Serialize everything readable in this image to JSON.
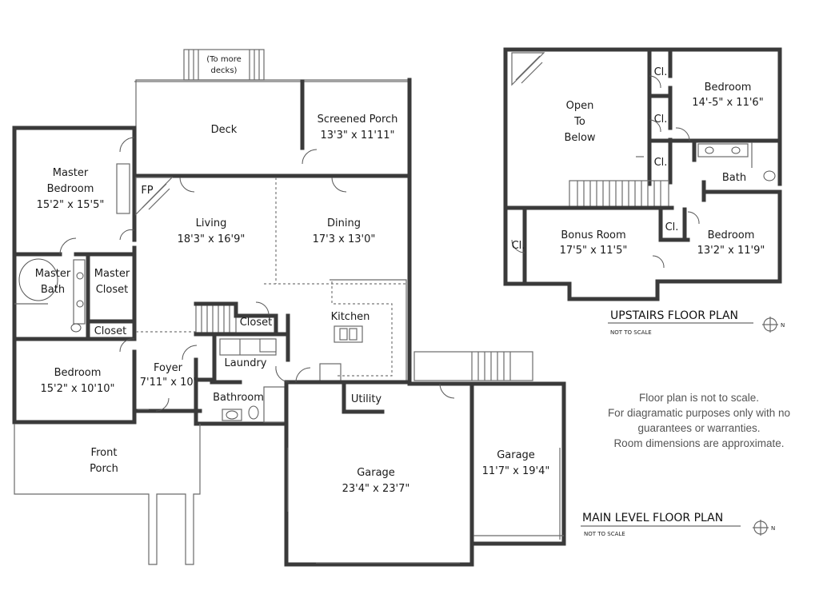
{
  "main_level": {
    "title": "MAIN LEVEL FLOOR PLAN",
    "scale_note": "NOT TO SCALE",
    "rooms": {
      "more_decks": [
        "(To more",
        "decks)"
      ],
      "deck": "Deck",
      "screened_porch": [
        "Screened Porch",
        "13'3\" x 11'11\""
      ],
      "master_bedroom": [
        "Master",
        "Bedroom",
        "15'2\" x 15'5\""
      ],
      "fp": "FP",
      "living": [
        "Living",
        "18'3\" x 16'9\""
      ],
      "dining": [
        "Dining",
        "17'3 x 13'0\""
      ],
      "master_bath": [
        "Master",
        "Bath"
      ],
      "master_closet": [
        "Master",
        "Closet"
      ],
      "closet_small": "Closet",
      "closet": "Closet",
      "kitchen": "Kitchen",
      "laundry": "Laundry",
      "bedroom": [
        "Bedroom",
        "15'2\" x 10'10\""
      ],
      "foyer": [
        "Foyer",
        "7'11\" x 10'"
      ],
      "bathroom": "Bathroom",
      "utility": "Utility",
      "front_porch": [
        "Front",
        "Porch"
      ],
      "garage_main": [
        "Garage",
        "23'4\" x 23'7\""
      ],
      "garage_side": [
        "Garage",
        "11'7\" x 19'4\""
      ]
    }
  },
  "upstairs": {
    "title": "UPSTAIRS FLOOR PLAN",
    "scale_note": "NOT TO SCALE",
    "rooms": {
      "open_to_below": [
        "Open",
        "To",
        "Below"
      ],
      "cl1": "Cl.",
      "cl2": "Cl.",
      "cl3": "Cl.",
      "cl4": "Cl.",
      "cl5": "Cl.",
      "bedroom_top": [
        "Bedroom",
        "14'-5\" x 11'6\""
      ],
      "bath": "Bath",
      "bonus_room": [
        "Bonus Room",
        "17'5\" x 11'5\""
      ],
      "bedroom_right": [
        "Bedroom",
        "13'2\" x 11'9\""
      ]
    }
  },
  "disclaimer": [
    "Floor plan is not to scale.",
    "For diagramatic purposes only with no",
    "guarantees or warranties.",
    "Room dimensions are approximate."
  ],
  "north": "N",
  "colors": {
    "wall": "#3a3a3a",
    "text": "#1a1a1a",
    "note": "#555555"
  }
}
